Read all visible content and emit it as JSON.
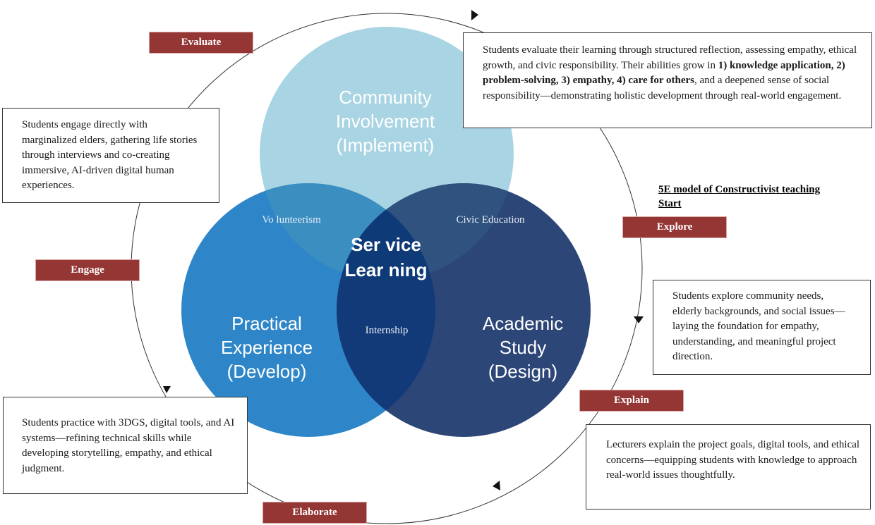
{
  "colors": {
    "community": "#a9d4e3",
    "practical": "#2e86c8",
    "academic": "#2c4677",
    "overlap_cp": "#3b8ec0",
    "overlap_ca": "#2f527e",
    "overlap_pa": "#123a78",
    "overlap_all": "#0e3a78",
    "label_fill": "#943634"
  },
  "circles": {
    "community": [
      "Community",
      "Involvement",
      "(Implement)"
    ],
    "practical": [
      "Practical",
      "Experience",
      "(Develop)"
    ],
    "academic": [
      "Academic",
      "Study",
      "(Design)"
    ]
  },
  "center": [
    "Ser vice",
    "Lear ning"
  ],
  "overlaps": {
    "volunteerism": "Vo lunteerism",
    "civic": "Civic Education",
    "internship": "Internship"
  },
  "stage_labels": {
    "evaluate": "Evaluate",
    "engage": "Engage",
    "explore": "Explore",
    "explain": "Explain",
    "elaborate": "Elaborate"
  },
  "model_title": [
    "5E model of Constructivist teaching",
    "Start"
  ],
  "descriptions": {
    "evaluate": {
      "p1": "Students evaluate their learning through structured reflection, assessing empathy, ethical growth, and civic responsibility. Their abilities grow in ",
      "b1": "1) knowledge application, 2) problem-solving, 3) empathy, 4) care for others",
      "p2": ", and a deepened sense of social responsibility—demonstrating holistic development through real-world engagement."
    },
    "engage": "Students engage directly with marginalized elders, gathering life stories through interviews and co-creating immersive, AI-driven digital human experiences.",
    "explore": "Students explore community needs, elderly backgrounds, and social issues—laying the foundation for empathy, understanding, and meaningful project direction.",
    "elaborate": "Students practice with 3DGS, digital tools, and AI systems—refining technical skills while developing storytelling, empathy, and ethical judgment.",
    "explain": "Lecturers explain the project goals, digital tools, and ethical concerns—equipping students with knowledge to approach real-world issues thoughtfully."
  }
}
